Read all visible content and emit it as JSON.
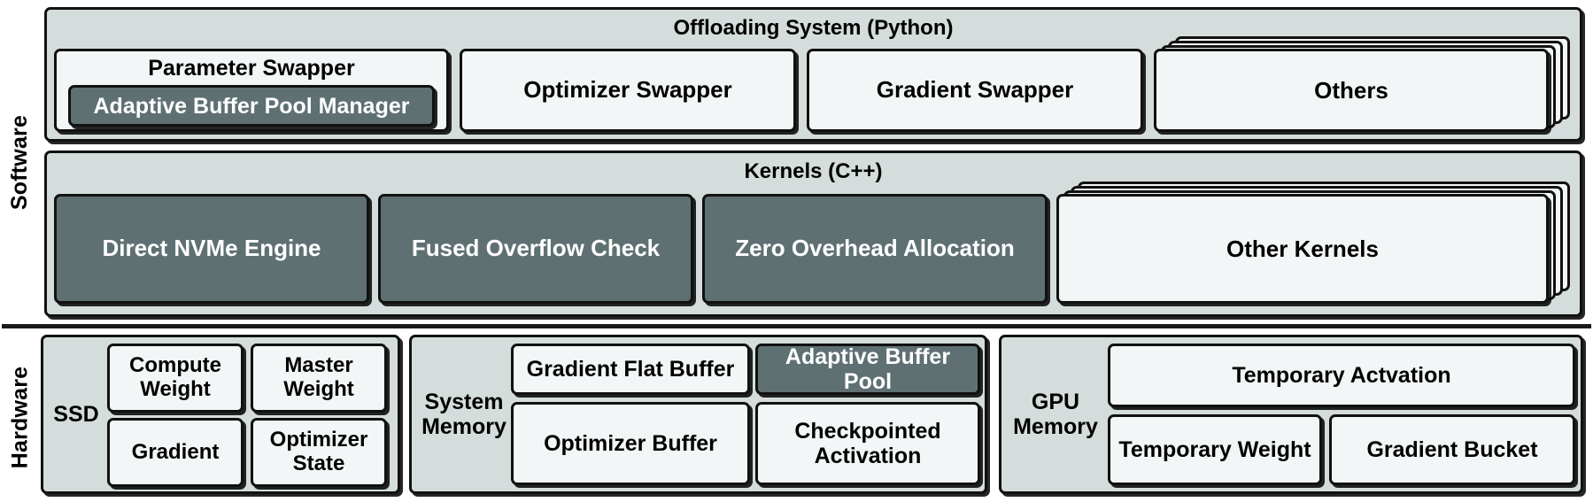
{
  "figure": {
    "side_labels": {
      "software": "Software",
      "hardware": "Hardware"
    },
    "colors": {
      "panel_bg": "#d4dddb",
      "box_bg": "#f3f6f7",
      "highlight_bg": "#5f7073",
      "border": "#111111",
      "text": "#000000",
      "highlight_text": "#ffffff"
    }
  },
  "software": {
    "offloading": {
      "title": "Offloading System (Python)",
      "items": [
        {
          "label": "Parameter Swapper",
          "style": "plain",
          "child": {
            "label": "Adaptive Buffer Pool Manager",
            "style": "highlight"
          }
        },
        {
          "label": "Optimizer Swapper",
          "style": "plain"
        },
        {
          "label": "Gradient Swapper",
          "style": "plain"
        },
        {
          "label": "Others",
          "style": "stacked"
        }
      ]
    },
    "kernels": {
      "title": "Kernels (C++)",
      "items": [
        {
          "label": "Direct NVMe Engine",
          "style": "highlight"
        },
        {
          "label": "Fused Overflow Check",
          "style": "highlight"
        },
        {
          "label": "Zero Overhead Allocation",
          "style": "highlight"
        },
        {
          "label": "Other Kernels",
          "style": "stacked"
        }
      ]
    }
  },
  "hardware": {
    "groups": [
      {
        "name": "SSD",
        "items": [
          {
            "label": "Compute Weight",
            "style": "plain"
          },
          {
            "label": "Master Weight",
            "style": "plain"
          },
          {
            "label": "Gradient",
            "style": "plain"
          },
          {
            "label": "Optimizer State",
            "style": "plain"
          }
        ]
      },
      {
        "name": "System Memory",
        "items": [
          {
            "label": "Gradient Flat Buffer",
            "style": "plain"
          },
          {
            "label": "Adaptive Buffer Pool",
            "style": "highlight"
          },
          {
            "label": "Optimizer Buffer",
            "style": "plain"
          },
          {
            "label": "Checkpointed Activation",
            "style": "plain"
          }
        ]
      },
      {
        "name": "GPU Memory",
        "items": [
          {
            "label": "Temporary Actvation",
            "style": "plain"
          },
          {
            "label": "Temporary Weight",
            "style": "plain"
          },
          {
            "label": "Gradient Bucket",
            "style": "plain"
          }
        ]
      }
    ]
  }
}
